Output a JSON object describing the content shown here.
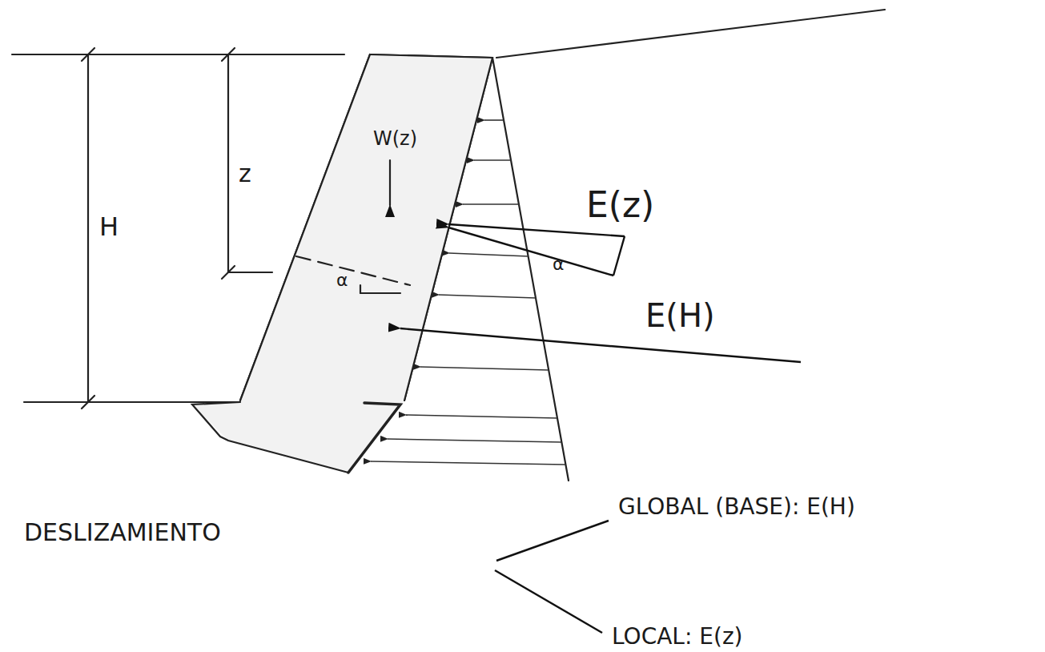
{
  "diagram": {
    "labels": [
      "H",
      "z",
      "W(z)",
      "α",
      "E(z)",
      "α",
      "E(H)",
      "DESLIZAMIENTO",
      "GLOBAL (BASE): E(H)",
      "LOCAL: E(z)"
    ]
  }
}
